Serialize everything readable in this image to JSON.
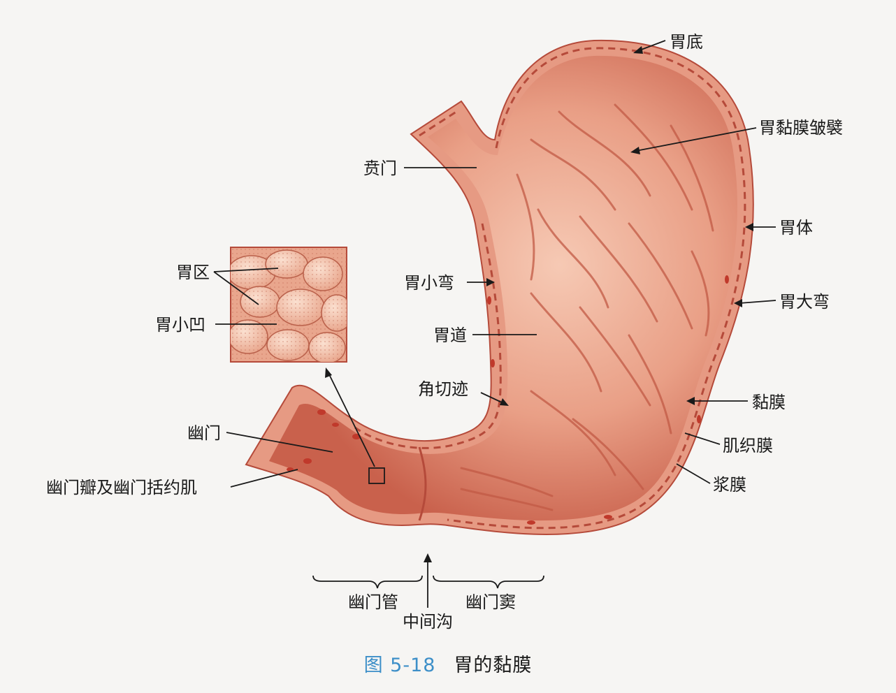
{
  "labels": {
    "fundus": "胃底",
    "rugae": "胃黏膜皱襞",
    "cardia": "贲门",
    "body": "胃体",
    "lesser_curvature": "胃小弯",
    "greater_curvature": "胃大弯",
    "gastric_areas": "胃区",
    "gastric_pits": "胃小凹",
    "gastric_canal": "胃道",
    "angular_incisure": "角切迹",
    "mucosa": "黏膜",
    "pylorus": "幽门",
    "muscularis": "肌织膜",
    "pyloric_valve": "幽门瓣及幽门括约肌",
    "serosa": "浆膜",
    "pyloric_canal": "幽门管",
    "pyloric_antrum": "幽门窦",
    "intermediate_sulcus": "中间沟"
  },
  "caption": {
    "number": "图 5-18",
    "title": "胃的黏膜"
  },
  "colors": {
    "mucosa_light": "#efb29a",
    "mucosa_dark": "#c9614c",
    "wall": "#e69a83",
    "serosa_line": "#b54a3a",
    "caption_accent": "#3d8fc8"
  }
}
